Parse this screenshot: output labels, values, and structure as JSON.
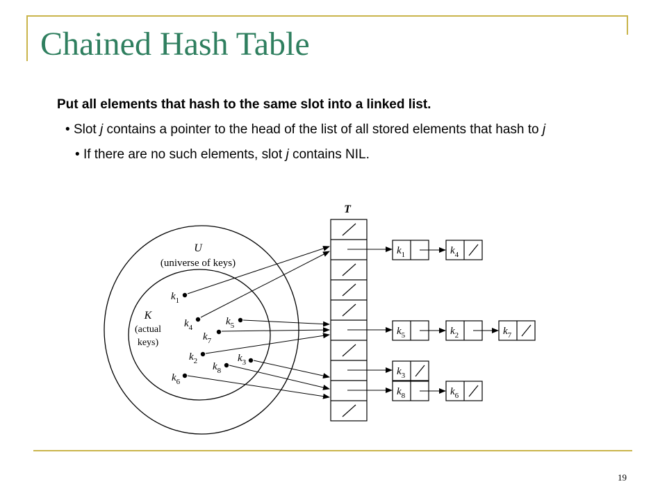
{
  "title": "Chained Hash Table",
  "lead": "Put all elements that hash to the same slot into a linked list.",
  "bullet1": {
    "marker": "• ",
    "pre": "Slot ",
    "var": "j",
    "mid": " contains a pointer to the head of the list of all stored elements that hash to ",
    "var2": "j"
  },
  "bullet2": {
    "marker": "• ",
    "pre": "If there are no such elements, slot ",
    "var": "j",
    "post": " contains NIL."
  },
  "diagram": {
    "table_label": "T",
    "universe": {
      "symbol": "U",
      "caption": "(universe of keys)"
    },
    "actual": {
      "symbol": "K",
      "caption_line1": "(actual",
      "caption_line2": "keys)"
    },
    "keys": [
      {
        "base": "k",
        "sub": "1"
      },
      {
        "base": "k",
        "sub": "4"
      },
      {
        "base": "k",
        "sub": "5"
      },
      {
        "base": "k",
        "sub": "7"
      },
      {
        "base": "k",
        "sub": "2"
      },
      {
        "base": "k",
        "sub": "3"
      },
      {
        "base": "k",
        "sub": "8"
      },
      {
        "base": "k",
        "sub": "6"
      }
    ],
    "chain_nodes": [
      {
        "base": "k",
        "sub": "1"
      },
      {
        "base": "k",
        "sub": "4"
      },
      {
        "base": "k",
        "sub": "5"
      },
      {
        "base": "k",
        "sub": "2"
      },
      {
        "base": "k",
        "sub": "7"
      },
      {
        "base": "k",
        "sub": "3"
      },
      {
        "base": "k",
        "sub": "8"
      },
      {
        "base": "k",
        "sub": "6"
      }
    ]
  },
  "page_number": "19",
  "colors": {
    "frame": "#c9b44a",
    "title": "#2f7f5f"
  }
}
